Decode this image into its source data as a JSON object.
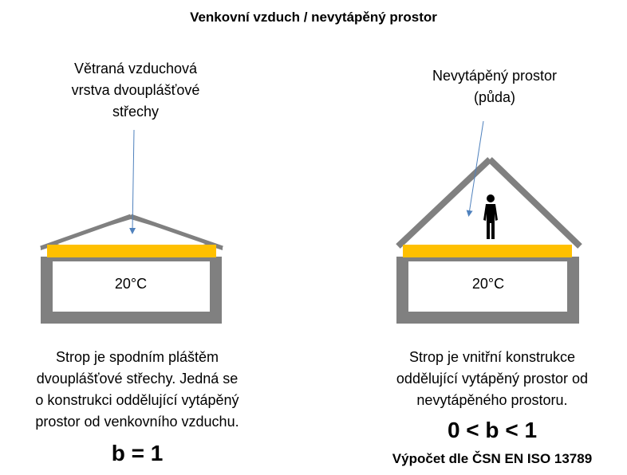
{
  "title": "Venkovní vzduch / nevytápěný prostor",
  "left": {
    "callout": [
      "Větraná vzduchová",
      "vrstva dvouplášťové",
      "střechy"
    ],
    "temperature": "20°C",
    "description": [
      "Strop je spodním pláštěm",
      "dvouplášťové střechy. Jedná se",
      "o konstrukci oddělující vytápěný",
      "prostor od venkovního vzduchu."
    ],
    "formula": "b = 1"
  },
  "right": {
    "callout": [
      "Nevytápěný prostor",
      "(půda)"
    ],
    "temperature": "20°C",
    "description": [
      "Strop je vnitřní konstrukce",
      "oddělující vytápěný prostor od",
      "nevytápěného prostoru."
    ],
    "formula": "0 < b < 1",
    "norm": "Výpočet dle ČSN EN ISO 13789"
  },
  "colors": {
    "wall": "#808080",
    "insulation": "#FFC000",
    "arrow": "#4F81BD"
  }
}
